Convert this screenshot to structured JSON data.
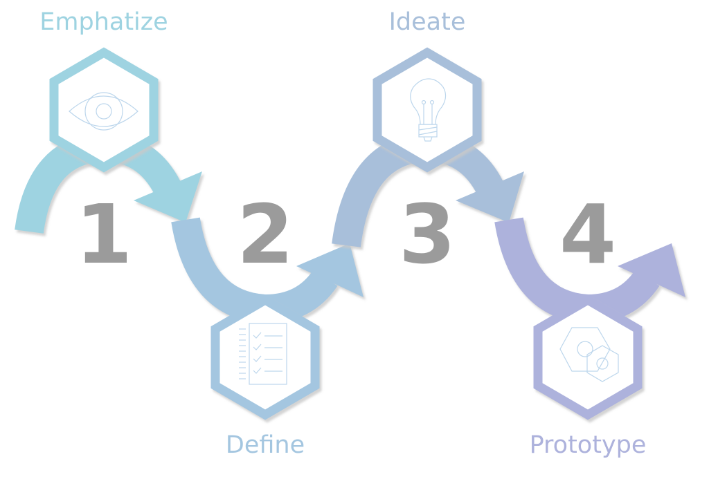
{
  "steps": [
    {
      "number": "1",
      "label": "Emphatize",
      "icon": "eye-icon",
      "color": "#9ed3e1"
    },
    {
      "number": "2",
      "label": "Define",
      "icon": "checklist-icon",
      "color": "#a4c6e0"
    },
    {
      "number": "3",
      "label": "Ideate",
      "icon": "lightbulb-icon",
      "color": "#a8bfda"
    },
    {
      "number": "4",
      "label": "Prototype",
      "icon": "hex-nuts-icon",
      "color": "#adb2dc"
    }
  ]
}
